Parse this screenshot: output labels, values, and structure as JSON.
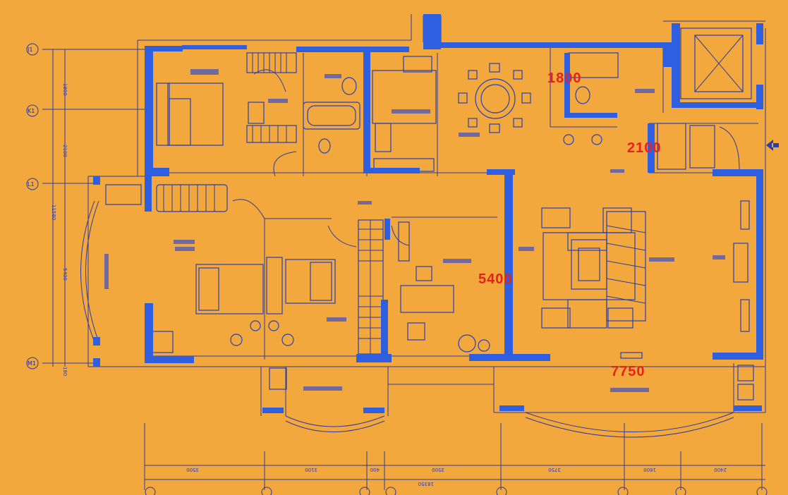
{
  "dimensions": {
    "d1800": "1800",
    "d2100": "2100",
    "d5400": "5400",
    "d7750": "7750"
  },
  "axes_left": [
    "J1",
    "K1",
    "L1",
    "M1"
  ],
  "axis_bubbles_bottom": [
    "",
    "",
    "",
    "",
    "",
    "",
    "",
    ""
  ],
  "colors": {
    "background": "#F2A83C",
    "wall": "#2D5FE0",
    "line": "#2E3A9C",
    "annotation": "#E8221A"
  }
}
